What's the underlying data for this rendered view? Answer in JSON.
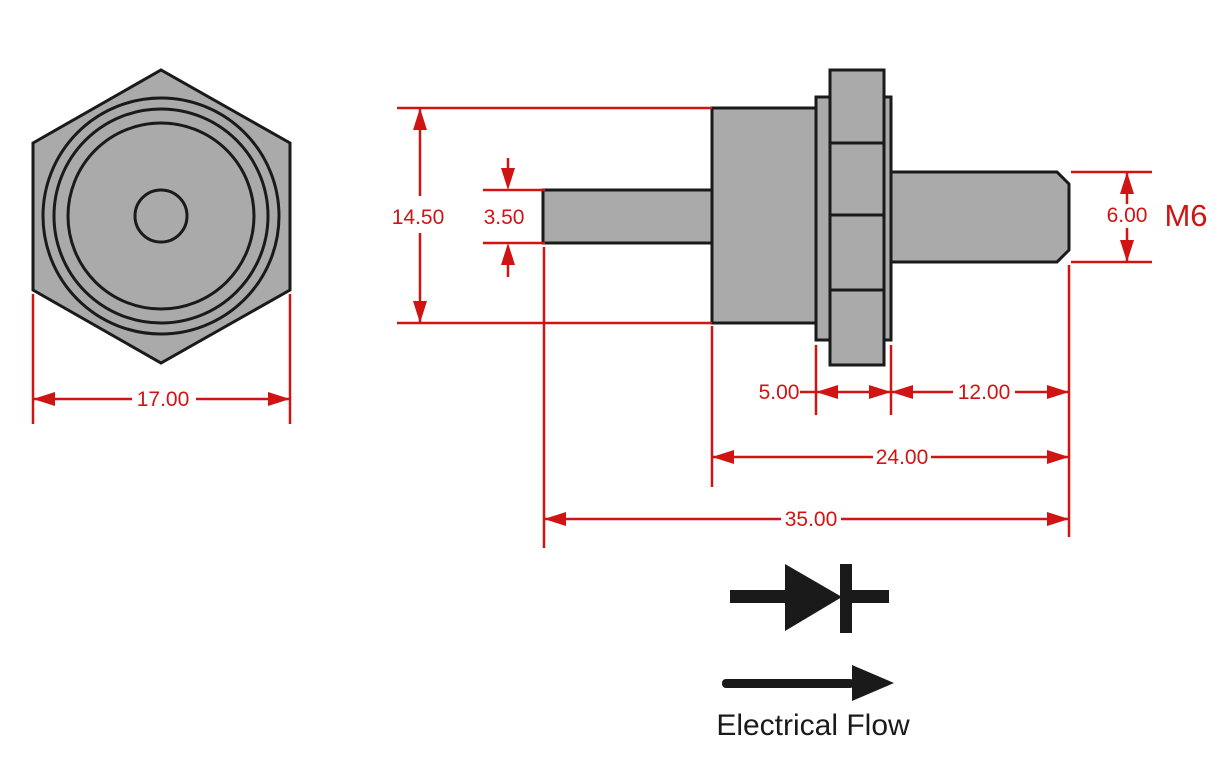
{
  "colors": {
    "background": "#ffffff",
    "part_fill": "#aaaaaa",
    "outline": "#1a1a1a",
    "dimension": "#d01414"
  },
  "front_view": {
    "hex_width_dim": "17.00"
  },
  "side_view": {
    "body_height_dim": "14.50",
    "lead_diameter_dim": "3.50",
    "stud_diameter_dim": "6.00",
    "thread_label": "M6",
    "hex_thickness_dim": "5.00",
    "stud_length_dim": "12.00",
    "body_stud_length_dim": "24.00",
    "overall_length_dim": "35.00"
  },
  "symbol": {
    "flow_label": "Electrical Flow"
  }
}
